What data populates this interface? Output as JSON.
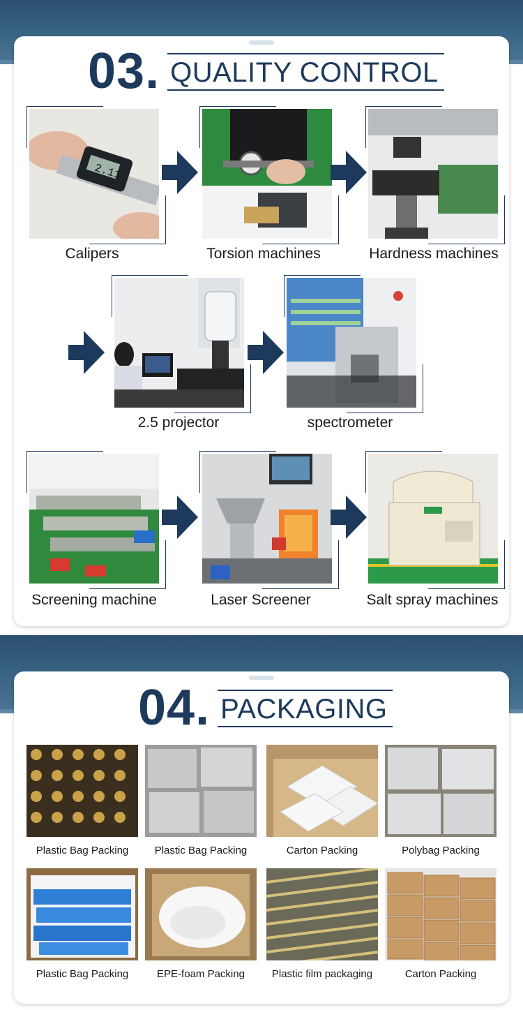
{
  "quality": {
    "number": "03",
    "dot": ".",
    "title": "QUALITY CONTROL",
    "items": [
      {
        "label": "Calipers"
      },
      {
        "label": "Torsion machines"
      },
      {
        "label": "Hardness machines"
      },
      {
        "label": "2.5 projector"
      },
      {
        "label": "spectrometer"
      },
      {
        "label": "Screening machine"
      },
      {
        "label": "Laser Screener"
      },
      {
        "label": "Salt spray machines"
      }
    ]
  },
  "packaging": {
    "number": "04",
    "dot": ".",
    "title": "PACKAGING",
    "items": [
      {
        "label": "Plastic Bag Packing"
      },
      {
        "label": "Plastic Bag Packing"
      },
      {
        "label": "Carton Packing"
      },
      {
        "label": "Polybag Packing"
      },
      {
        "label": "Plastic Bag Packing"
      },
      {
        "label": "EPE-foam Packing"
      },
      {
        "label": "Plastic film packaging"
      },
      {
        "label": "Carton Packing"
      }
    ]
  },
  "colors": {
    "navy": "#1d3a5c",
    "band": "#3a6585",
    "arrow": "#1d3a5c"
  },
  "icons": {
    "flow_arrow": "arrow-right-icon"
  }
}
